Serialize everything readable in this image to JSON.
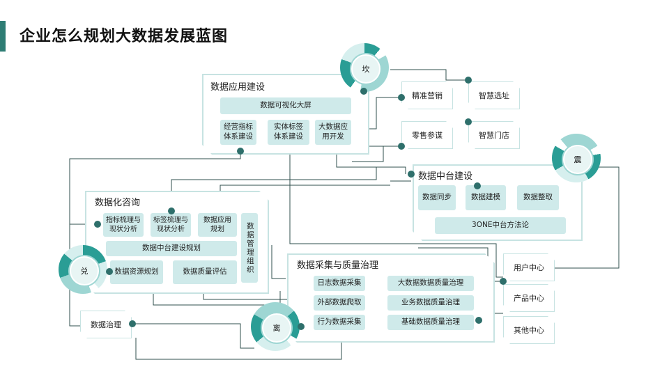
{
  "title": "企业怎么规划大数据发展蓝图",
  "colors": {
    "accent": "#2e7d74",
    "tile": "#cfeaea",
    "border": "#c7e3e2",
    "dot": "#2e6f6b",
    "wire": "#2f4f4c"
  },
  "application": {
    "title": "数据应用建设",
    "screen": "数据可视化大屏",
    "items": [
      "经营指标\n体系建设",
      "实体标签\n体系建设",
      "大数据应\n用开发"
    ]
  },
  "outputs": {
    "precision_marketing": "精准营销",
    "smart_siting": "智慧选址",
    "retail_advisor": "零售参谋",
    "smart_store": "智慧门店"
  },
  "middle_platform": {
    "title": "数据中台建设",
    "items": [
      "数据同步",
      "数据建模",
      "数据整取"
    ],
    "methodology": "3ONE中台方法论"
  },
  "consulting": {
    "title": "数据化咨询",
    "items": [
      "指标梳理与\n现状分析",
      "标签梳理与\n现状分析",
      "数据应用\n规划"
    ],
    "vertical": "数据管理组织",
    "plan": "数据中台建设规划",
    "resource": "数据资源规划",
    "quality": "数据质量评估"
  },
  "collection": {
    "title": "数据采集与质量治理",
    "left": [
      "日志数据采集",
      "外部数据爬取",
      "行为数据采集"
    ],
    "right": [
      "大数据数据质量治理",
      "业务数据质量治理",
      "基础数据质量治理"
    ]
  },
  "centers": [
    "用户中心",
    "产品中心",
    "其他中心"
  ],
  "governance": "数据治理",
  "dials": {
    "kan": "坎",
    "zhen": "震",
    "dui": "兑",
    "li": "离"
  }
}
